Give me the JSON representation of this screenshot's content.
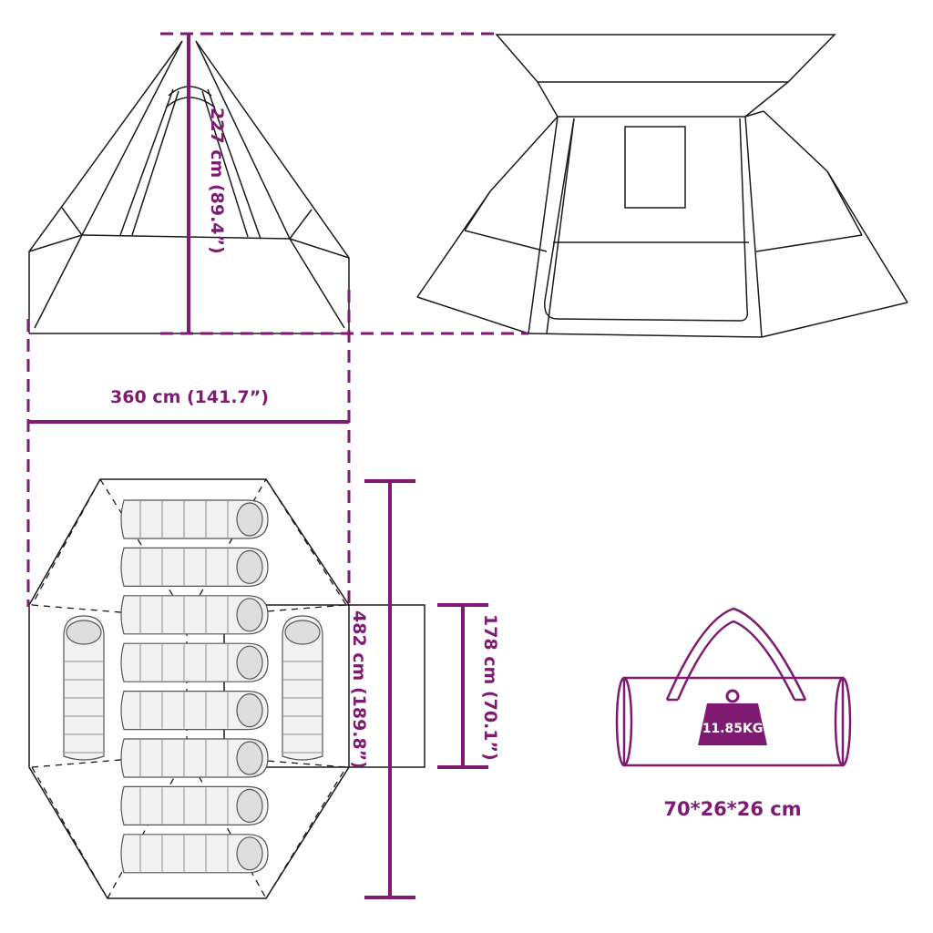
{
  "dimensions": {
    "height": "227 cm (89.4”)",
    "width": "360 cm (141.7”)",
    "length": "482 cm (189.8”)",
    "inner_width": "178 cm (70.1”)"
  },
  "package": {
    "weight": "11.85KG",
    "size": "70*26*26 cm"
  },
  "colors": {
    "accent": "#7e1a72",
    "outline": "#1a1a1a",
    "bag_fill": "#f2f2f2"
  },
  "sleeping_bags": {
    "horizontal_count": 8,
    "vertical_count": 2
  }
}
